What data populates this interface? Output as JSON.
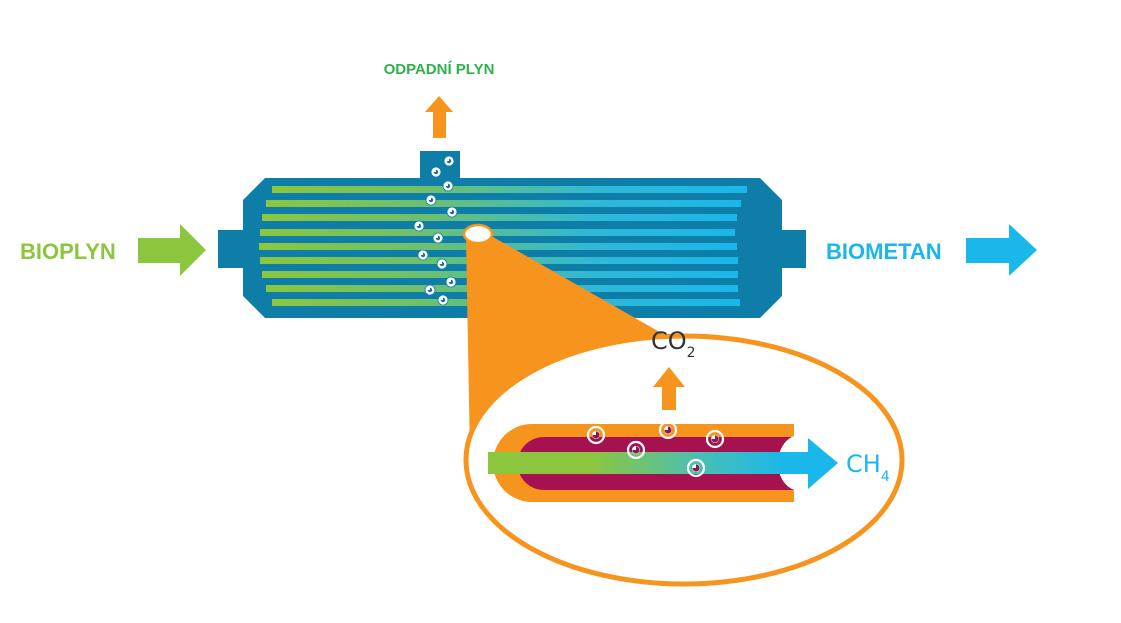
{
  "labels": {
    "waste_gas": "ODPADNÍ PLYN",
    "inlet": "BIOPLYN",
    "outlet": "BIOMETAN",
    "co2_main": "CO",
    "co2_sub": "2",
    "ch4_main": "CH",
    "ch4_sub": "4"
  },
  "colors": {
    "green": "#8cc63f",
    "green_text": "#2db34a",
    "blue": "#1ab7ea",
    "orange": "#f7941d",
    "teal_dark": "#0e7ea8",
    "membrane_wall": "#a6124f"
  },
  "icons": {
    "inlet_arrow": "arrow-right-icon",
    "outlet_arrow": "arrow-right-icon",
    "waste_arrow": "arrow-up-icon",
    "co2_arrow": "arrow-up-icon",
    "bubble": "gas-bubble-icon"
  }
}
